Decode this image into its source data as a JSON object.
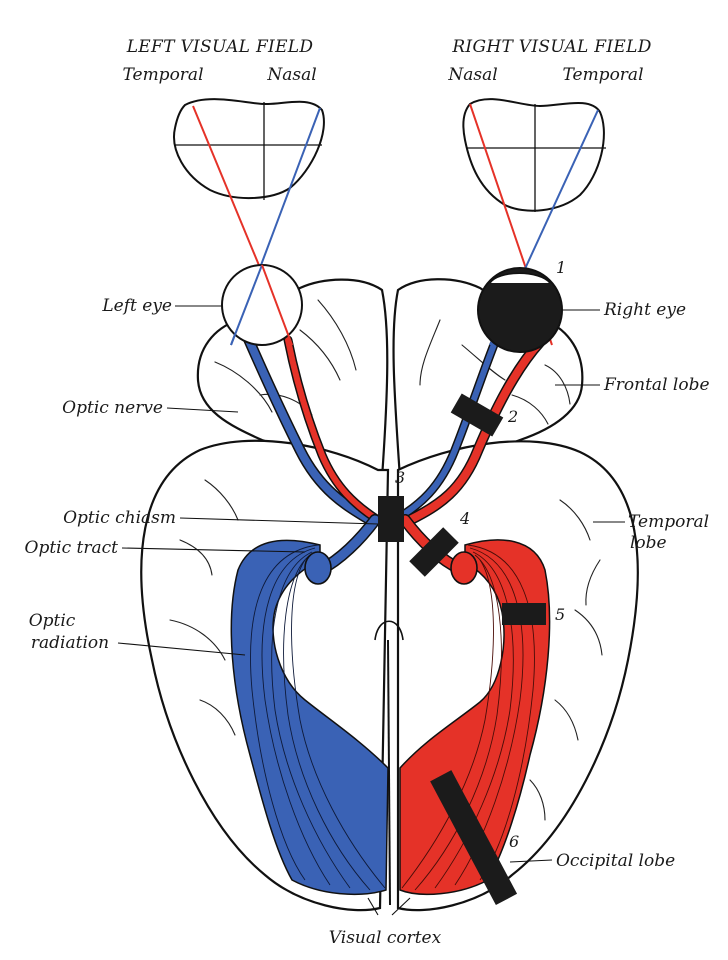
{
  "header": {
    "left_field": "LEFT VISUAL FIELD",
    "right_field": "RIGHT VISUAL FIELD",
    "left_temporal": "Temporal",
    "left_nasal": "Nasal",
    "right_nasal": "Nasal",
    "right_temporal": "Temporal"
  },
  "labels": {
    "left_eye": "Left eye",
    "right_eye": "Right eye",
    "optic_nerve": "Optic nerve",
    "frontal_lobe": "Frontal lobe",
    "optic_chiasm": "Optic chiasm",
    "optic_tract": "Optic tract",
    "temporal_lobe_1": "Temporal",
    "temporal_lobe_2": "lobe",
    "optic_radiation_1": "Optic",
    "optic_radiation_2": "radiation",
    "occipital_lobe": "Occipital lobe",
    "visual_cortex": "Visual cortex"
  },
  "lesion_numbers": [
    "1",
    "2",
    "3",
    "4",
    "5",
    "6"
  ],
  "colors": {
    "left_pathway": "#3a62b5",
    "right_pathway": "#e53228",
    "lesion": "#1b1b1b",
    "outline": "#111111"
  }
}
